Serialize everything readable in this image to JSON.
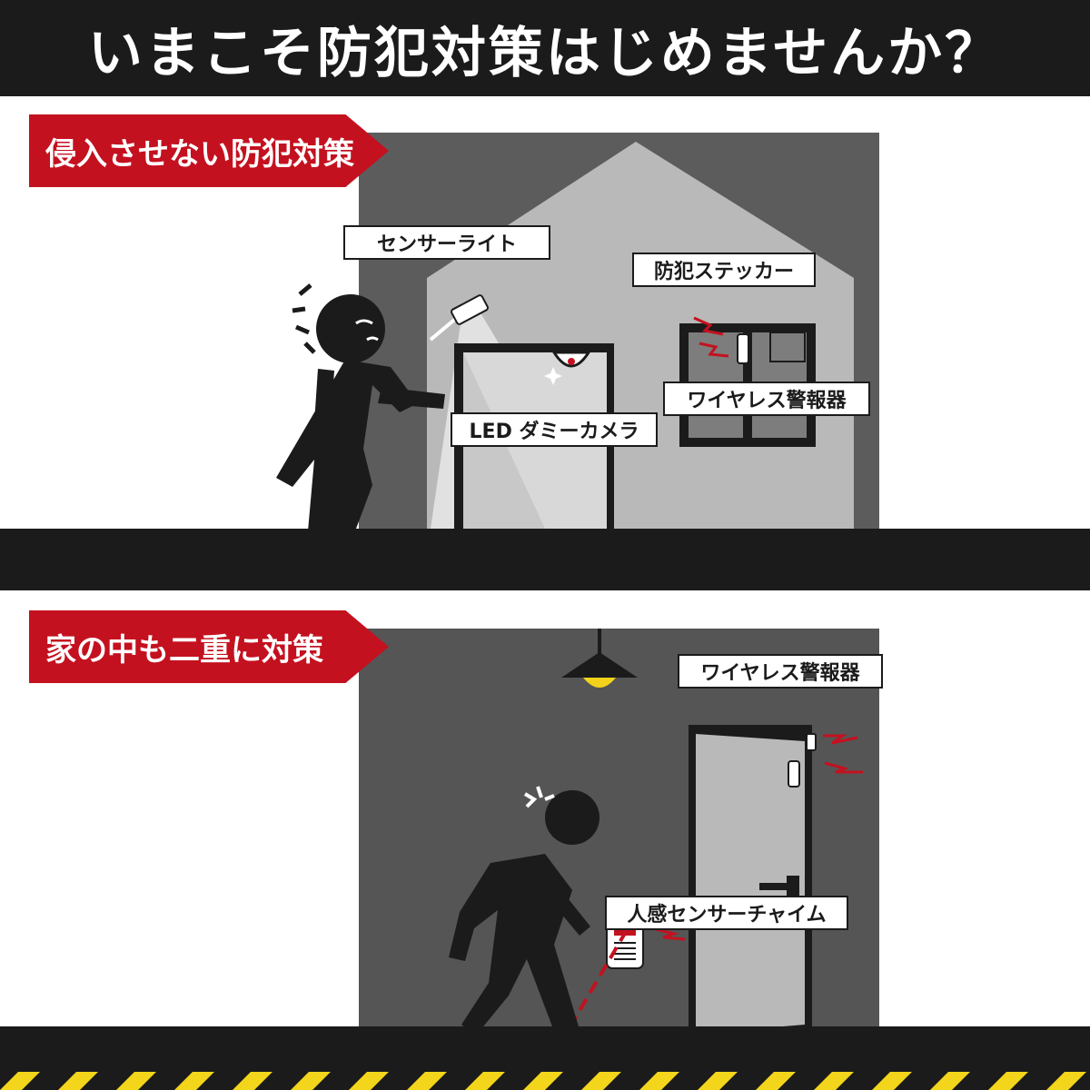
{
  "header": {
    "title": "いまこそ防犯対策はじめませんか？"
  },
  "scene_outdoor": {
    "ribbon": "侵入させない防犯対策",
    "labels": {
      "sensor_light": "センサーライト",
      "sticker": "防犯ステッカー",
      "wireless_alarm": "ワイヤレス警報器",
      "dummy_camera": "LED ダミーカメラ"
    }
  },
  "scene_indoor": {
    "ribbon": "家の中も二重に対策",
    "labels": {
      "wireless_alarm": "ワイヤレス警報器",
      "chime": "人感センサーチャイム"
    }
  },
  "colors": {
    "dark": "#1b1b1b",
    "red": "#c4111f",
    "wall_outdoor": "#5c5c5c",
    "house": "#b9b9b9",
    "wall_indoor": "#555555",
    "lamp": "#f2d21a",
    "stripe_yellow": "#f3d51c"
  }
}
